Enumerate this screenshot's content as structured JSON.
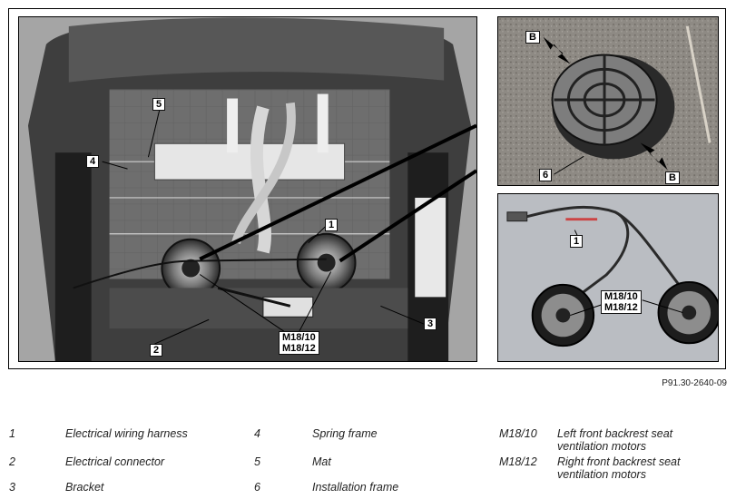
{
  "figure": {
    "id": "P91.30-2640-09",
    "callouts": {
      "c1": "1",
      "c2": "2",
      "c3": "3",
      "c4": "4",
      "c5": "5",
      "c6": "6",
      "cB1": "B",
      "cB2": "B",
      "m_main_1": "M18/10",
      "m_main_2": "M18/12",
      "m_det_1": "M18/10",
      "m_det_2": "M18/12",
      "c1_det": "1"
    }
  },
  "legend": {
    "items": [
      {
        "key": "1",
        "text": "Electrical wiring harness"
      },
      {
        "key": "2",
        "text": "Electrical connector"
      },
      {
        "key": "3",
        "text": "Bracket"
      },
      {
        "key": "4",
        "text": "Spring frame"
      },
      {
        "key": "5",
        "text": "Mat"
      },
      {
        "key": "6",
        "text": "Installation frame"
      },
      {
        "key": "M18/10",
        "text": "Left front backrest seat ventilation motors"
      },
      {
        "key": "M18/12",
        "text": "Right front backrest seat ventilation motors"
      }
    ]
  }
}
